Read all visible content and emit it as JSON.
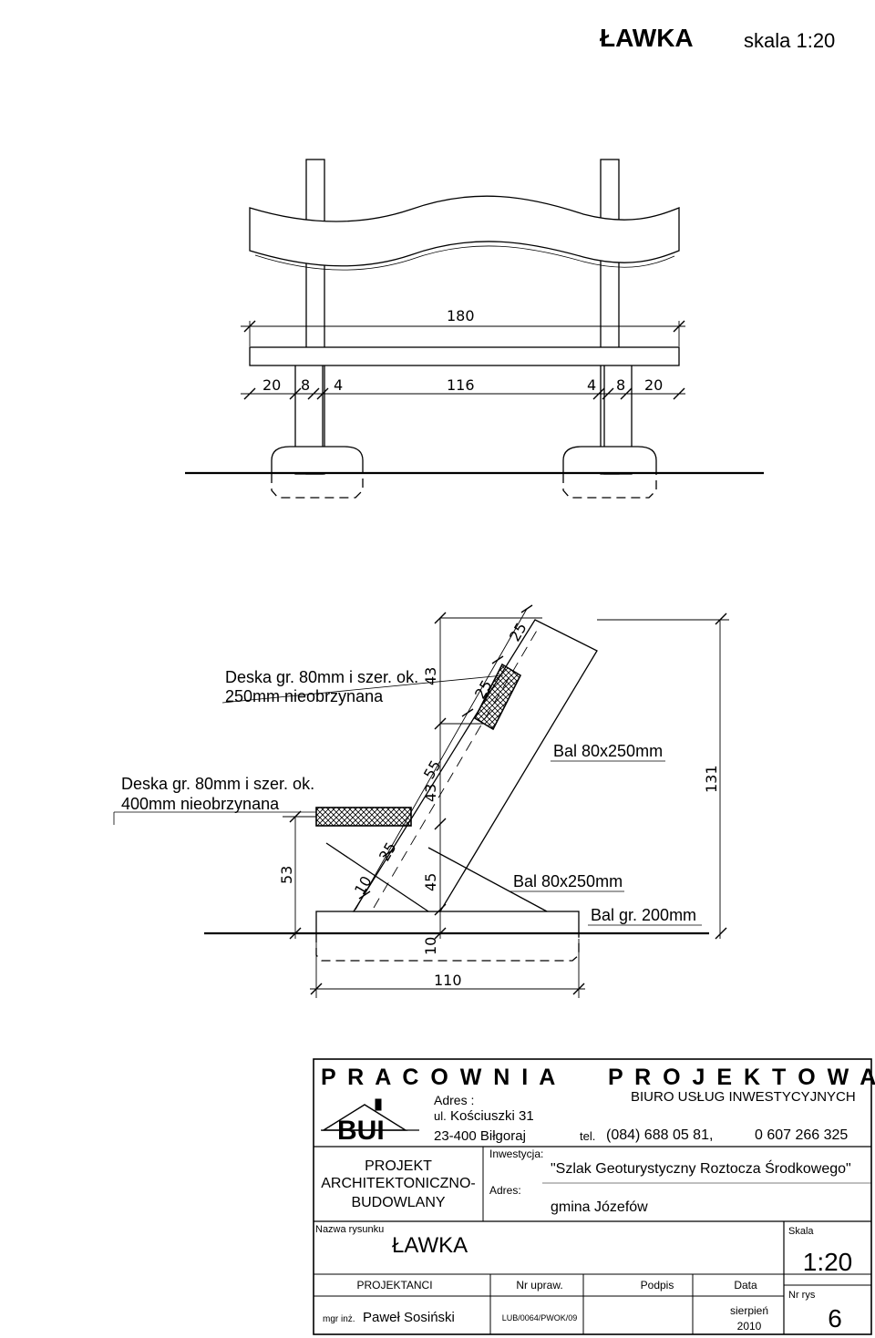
{
  "header": {
    "title": "ŁAWKA",
    "scale": "skala 1:20"
  },
  "front_view": {
    "dims": {
      "overall": "180",
      "d1": "20",
      "d2": "8",
      "d3": "4",
      "d4": "116",
      "d5": "4",
      "d6": "8",
      "d7": "20"
    }
  },
  "side_view": {
    "dims": {
      "d25a": "25",
      "d25b": "25",
      "d43a": "43",
      "d55": "55",
      "d43b": "43",
      "d25c": "25",
      "d10a": "10",
      "d45": "45",
      "d53": "53",
      "d10b": "10",
      "d110": "110",
      "d131": "131"
    },
    "labels": {
      "backrest_board_1": "Deska gr. 80mm i szer. ok.",
      "backrest_board_2": "250mm nieobrzynana",
      "seat_board_1": "Deska gr. 80mm i szer. ok.",
      "seat_board_2": "400mm nieobrzynana",
      "beam_upper": "Bal 80x250mm",
      "beam_lower": "Bal 80x250mm",
      "base": "Bal gr. 200mm"
    }
  },
  "title_block": {
    "company_left": "P R A C O W N I A",
    "company_right": "P R O J E K T O W A",
    "bureau": "BIURO USŁUG INWESTYCYJNYCH",
    "logo_text": "BUI",
    "address_label": "Adres :",
    "address_prefix": "ul.",
    "address_street": "Kościuszki 31",
    "address_city": "23-400 Biłgoraj",
    "tel_label": "tel.",
    "tel_number": "(084) 688 05 81,",
    "mobile_number": "0 607 266 325",
    "project_type_1": "PROJEKT",
    "project_type_2": "ARCHITEKTONICZNO-",
    "project_type_3": "BUDOWLANY",
    "investment_label": "Inwestycja:",
    "investment_value": "\"Szlak Geoturystyczny Roztocza Środkowego\"",
    "address2_label": "Adres:",
    "address2_value": "gmina Józefów",
    "drawing_name_label": "Nazwa rysunku",
    "drawing_name": "ŁAWKA",
    "scale_label": "Skala",
    "scale_value": "1:20",
    "designers_label": "PROJEKTANCI",
    "license_label": "Nr upraw.",
    "signature_label": "Podpis",
    "date_label": "Data",
    "drawing_no_label": "Nr rys",
    "designer_title": "mgr inż.",
    "designer_name": "Paweł Sosiński",
    "license_no": "LUB/0064/PWOK/09",
    "date_month": "sierpień",
    "date_year": "2010",
    "drawing_no": "6"
  }
}
